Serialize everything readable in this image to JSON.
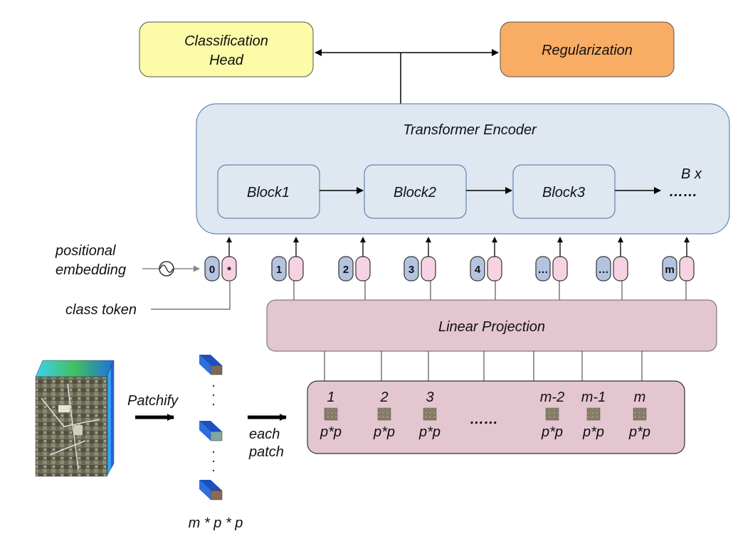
{
  "head": {
    "line1": "Classification",
    "line2": "Head"
  },
  "regularization": "Regularization",
  "encoder": {
    "title": "Transformer Encoder",
    "blocks": [
      "Block1",
      "Block2",
      "Block3"
    ],
    "repeat_label": "B x",
    "ellipsis": "……"
  },
  "positional_embedding": {
    "line1": "positional",
    "line2": "embedding"
  },
  "class_token_label": "class token",
  "tokens": [
    "0",
    "1",
    "2",
    "3",
    "4",
    "…",
    "…",
    "m"
  ],
  "class_token_symbol": "*",
  "linear_projection": "Linear Projection",
  "patchify": "Patchify",
  "each_patch": {
    "line1": "each",
    "line2": "patch"
  },
  "patch_count_label": "m * p * p",
  "patches": [
    {
      "index": "1",
      "size": "p*p"
    },
    {
      "index": "2",
      "size": "p*p"
    },
    {
      "index": "3",
      "size": "p*p"
    },
    {
      "index": "m-2",
      "size": "p*p"
    },
    {
      "index": "m-1",
      "size": "p*p"
    },
    {
      "index": "m",
      "size": "p*p"
    }
  ],
  "patch_ellipsis": "……",
  "colors": {
    "head_fill": "#fbfba8",
    "regularization_fill": "#f9ac64",
    "encoder_fill": "#dfe7f1",
    "encoder_stroke": "#4a6fa5",
    "projection_fill": "#e3c6cf",
    "token_blue": "#b4c3e0",
    "token_pink": "#f7d2e2"
  }
}
